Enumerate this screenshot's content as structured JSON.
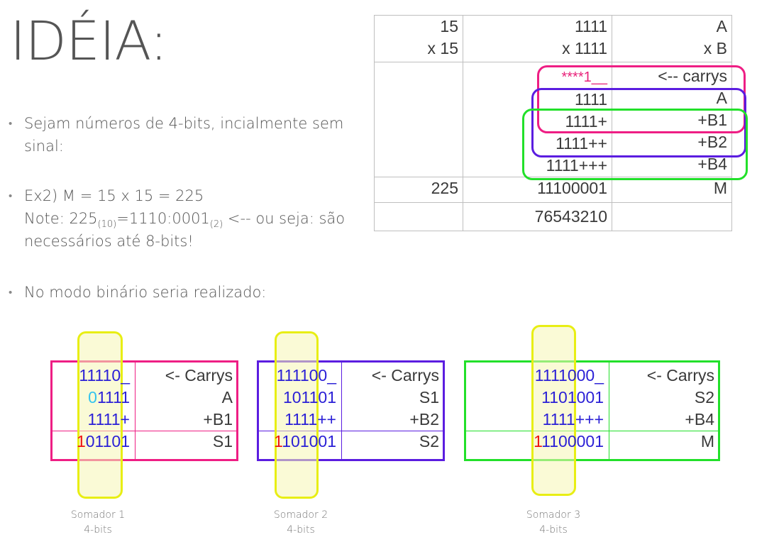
{
  "title": "IDÉIA:",
  "bullets": [
    {
      "line1": "Sejam números de 4-bits, incialmente sem",
      "line2": "sinal:"
    },
    {
      "line1": "Ex2) M = 15 x 15 = 225",
      "line2_pre": "Note: 225",
      "line2_sub1": "(10)",
      "line2_mid": "=1110:0001",
      "line2_sub2": "(2)",
      "line2_post": " <-- ou seja: são",
      "line3": "necessários até 8-bits!"
    },
    {
      "line1": "No modo binário seria realizado:"
    }
  ],
  "top_table": {
    "r1": [
      "15",
      "1111",
      "A"
    ],
    "r2": [
      "x 15",
      "x 1111",
      "x B"
    ],
    "carry_stars": "****",
    "carry_rest": "1__",
    "carry_label": "<-- carrys",
    "r_a": [
      "1111",
      "A"
    ],
    "r_b1": [
      "1111+",
      "+B1"
    ],
    "r_b2": [
      "1111++",
      "+B2"
    ],
    "r_b4": [
      "1111+++",
      "+B4"
    ],
    "r_m": [
      "225",
      "11100001",
      "M"
    ],
    "r_idx": "76543210"
  },
  "adder1": {
    "carry": "11110_",
    "carry_label": "<- Carrys",
    "a_first": "0",
    "a_rest": "1111",
    "a_label": "A",
    "b": "1111+",
    "b_label": "+B1",
    "s_first": "1",
    "s_rest": "01101",
    "s_label": "S1",
    "caption1": "Somador 1",
    "caption2": "4-bits"
  },
  "adder2": {
    "carry": "111100_",
    "carry_label": "<- Carrys",
    "a": "101101",
    "a_label": "S1",
    "b": "1111++",
    "b_label": "+B2",
    "s_first": "1",
    "s_rest": "101001",
    "s_label": "S2",
    "caption1": "Somador 2",
    "caption2": "4-bits"
  },
  "adder3": {
    "carry": "1111000_",
    "carry_label": "<- Carrys",
    "a": "1101001",
    "a_label": "S2",
    "b": "1111+++",
    "b_label": "+B4",
    "s_first": "1",
    "s_rest": "1100001",
    "s_label": "M",
    "caption1": "Somador 3",
    "caption2": "4-bits"
  },
  "colors": {
    "pink": "#ee1e84",
    "purple": "#5b1de0",
    "green": "#22e02a",
    "yellow": "#e8ee14"
  }
}
